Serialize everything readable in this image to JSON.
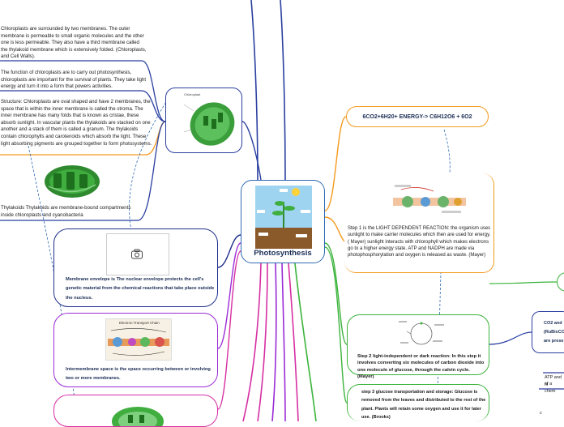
{
  "center": {
    "title": "Photosynthesis"
  },
  "equation": "6CO2+6H20+ ENERGY-> C6H12O6 + 6O2",
  "left": {
    "p1": "Chloroplasts are surrounded by two membranes. The outer membrane is permeable to small organic molecules and the other one is less permeable. They also have a third membrane called the thylakoid membrane which is extensively folded. (Chloroplasts, and Cell Walls).",
    "p2": "The function of chloroplasts are to carry out photosynthesis, chloroplasts are important for the survival of plants. They take light energy and turn it into a form that powers activities.",
    "p3": "Structure: Chloroplasts are oval shaped and have 2 membranes, the space that is within the inner membrane is called the stroma. The inner membrane has many folds that is known as cristae, these absorb sunlight. In vascular plants the thylakoids are stacked on one another and a stack of them is called a granum. The thylakoids contain chlorophylls and carotenoids which absorb the light. These light absorbing pigments are grouped together to form photosystems.",
    "p4": "Thylakoids Thylakoids are membrane-bound compartments inside chloroplasts and cyanobacteria"
  },
  "nodes": {
    "envelope": "Membrane envelope is The nuclear envelope protects the cell's genetic material from the chemical reactions that take place outside the nucleus.",
    "intermembrane": "Intermembrane space is  the space occurring between or involving two or more membranes.",
    "etc_caption": "Electron Transport Chain",
    "chloro_caption": "Chloroplast"
  },
  "steps": {
    "step1": "Step 1 is the LIGHT DEPENDENT REACTION: the organism uses sunlight to make carrier molecules which then are used for energy. ( Mayer) sunlight interacts with chlorophyll which makes electrons go to a higher energy state. ATP and NADPH are made via photophosphorylation and oxygen is released as waste. (Mayer)",
    "step2": "Step 2 light-independent or dark reaction: In this step it involves converting six molecules of carbon dioxide into one molecule of glucose, through the calvin cycle. (Mayer)",
    "step3": "step 3 glucose transportation and storage: Glucose is removed from the leaves and distributed to the rest of the plant. Plants will retain some oxygen and use it for later use. (Brooks)"
  },
  "edge": {
    "e1": "CO2 and",
    "e2": "(RuBisCO",
    "e3": "are prese",
    "e4": "ATP and N",
    "e5": "of a chem",
    "e6": "c"
  },
  "colors": {
    "navy": "#1f2f8a",
    "orange": "#f39a1e",
    "green": "#3bb33b",
    "purple": "#9b2bd6",
    "magenta": "#d62fa3",
    "blue": "#2f6bb3"
  }
}
